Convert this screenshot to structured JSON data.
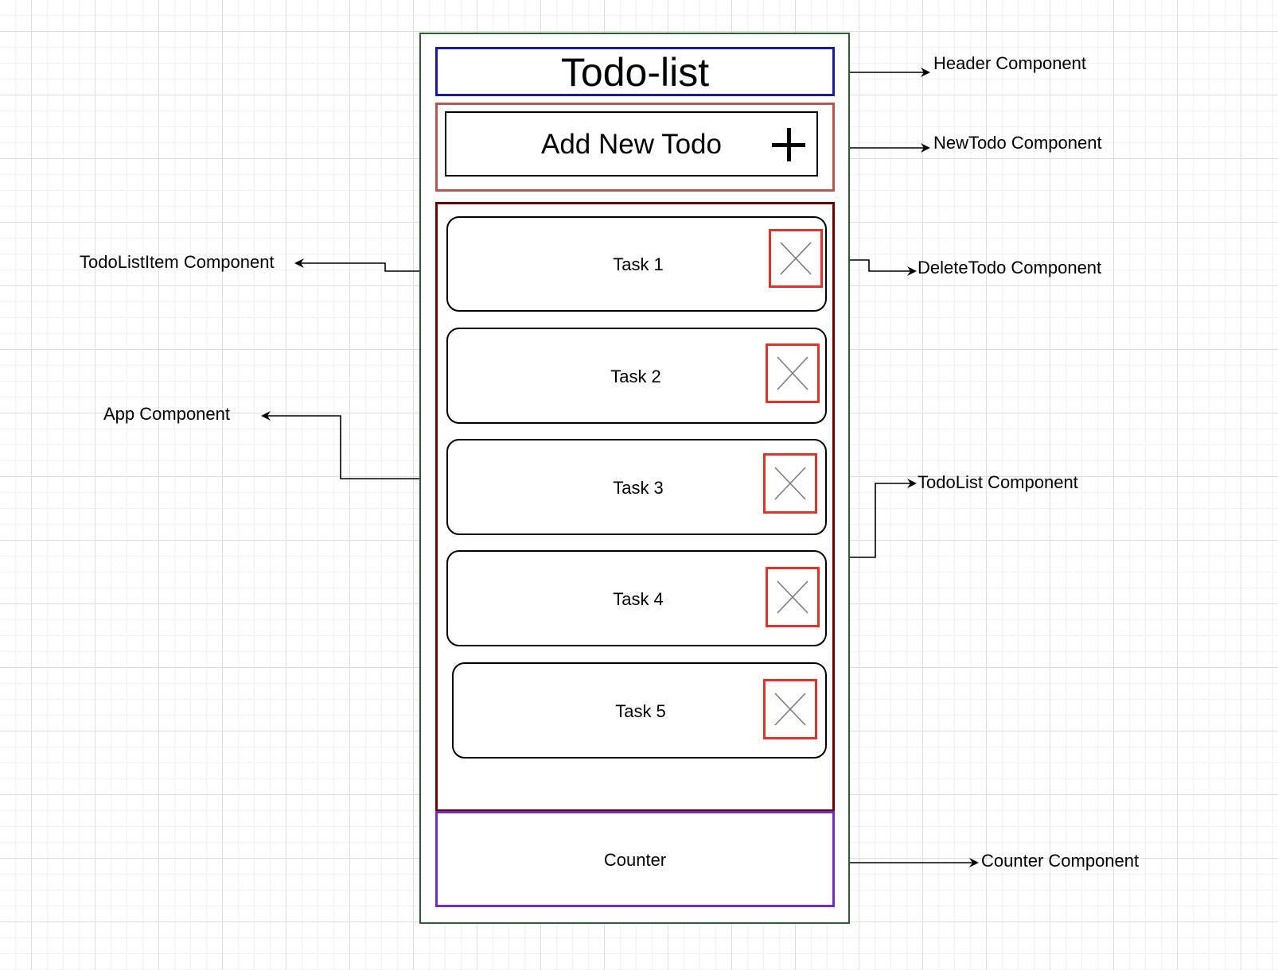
{
  "diagram": {
    "header": {
      "title": "Todo-list"
    },
    "new_todo": {
      "label": "Add New Todo"
    },
    "todo_list": {
      "items": [
        {
          "label": "Task 1"
        },
        {
          "label": "Task 2"
        },
        {
          "label": "Task 3"
        },
        {
          "label": "Task 4"
        },
        {
          "label": "Task 5"
        }
      ]
    },
    "counter": {
      "label": "Counter"
    }
  },
  "annotations": {
    "header": "Header Component",
    "new_todo": "NewTodo Component",
    "todo_list_item": "TodoListItem Component",
    "delete_todo": "DeleteTodo Component",
    "app": "App Component",
    "todo_list": "TodoList Component",
    "counter": "Counter Component"
  },
  "colors": {
    "app_border": "#2e5c34",
    "header_border": "#1a1aa0",
    "new_todo_border": "#b85450",
    "todo_list_border": "#6b0000",
    "delete_border": "#e0342a",
    "counter_border": "#6a2fc7"
  },
  "icons": {
    "add": "plus-icon",
    "delete": "close-x-icon",
    "connector_head": "arrowhead-icon"
  }
}
